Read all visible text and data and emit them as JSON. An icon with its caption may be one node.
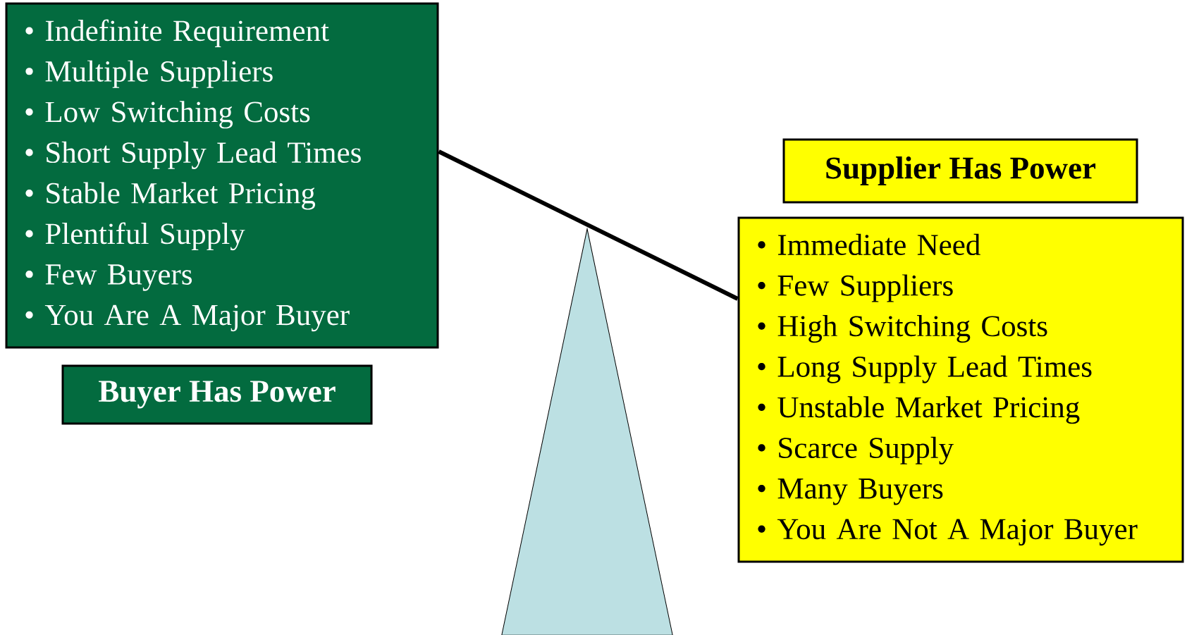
{
  "diagram": {
    "nodes": [
      {
        "text": [
          "• Indefinite Requirement",
          "• Multiple Suppliers",
          "• Low Switching Costs",
          "• Short Supply Lead Times",
          "• Stable Market Pricing",
          "• Plentiful Supply",
          "• Few Buyers",
          "• You Are A Major Buyer"
        ]
      },
      {
        "text": [
          "Buyer Has Power"
        ]
      },
      {
        "text": [
          "Supplier Has Power"
        ]
      },
      {
        "text": [
          "• Immediate Need",
          "• Few Suppliers",
          "• High Switching Costs",
          "• Long Supply Lead Times",
          "• Unstable Market Pricing",
          "• Scarce Supply",
          "• Many Buyers",
          "• You Are Not A Major Buyer"
        ]
      },
      {
        "text": [],
        "shape": "triangle"
      }
    ],
    "edges": [
      {
        "from": 0,
        "to": 3,
        "arrow": "none"
      }
    ]
  }
}
